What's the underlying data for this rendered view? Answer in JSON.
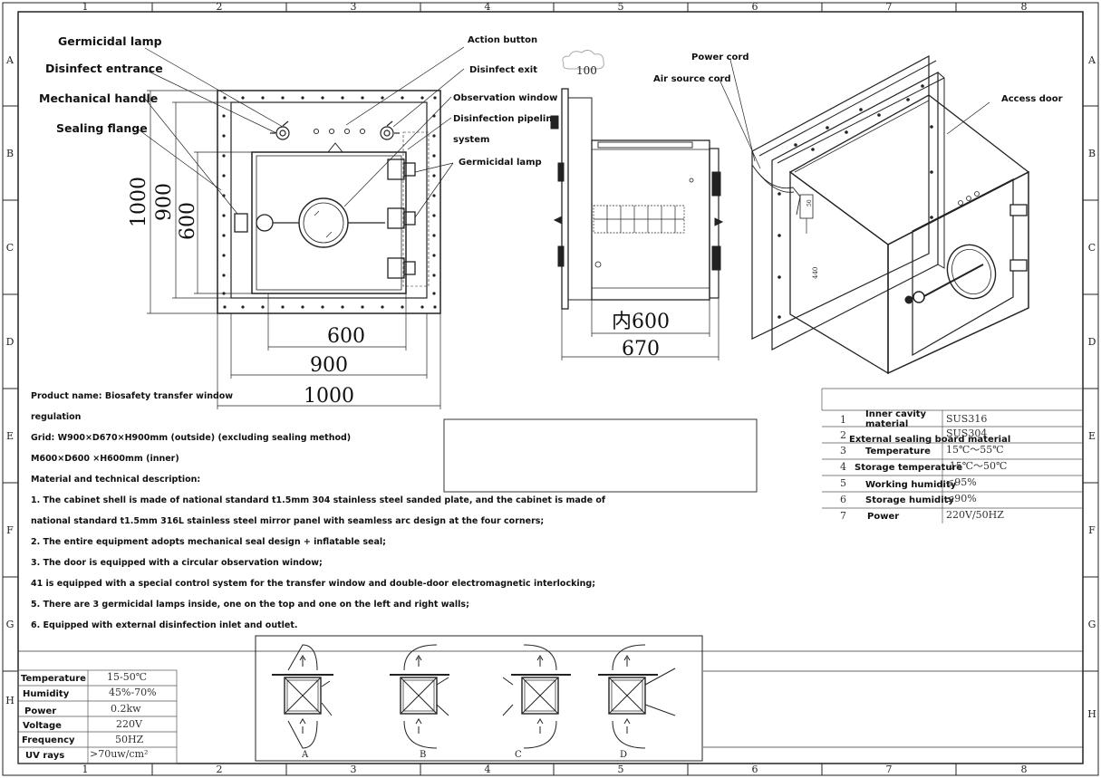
{
  "grid": {
    "columns": [
      "1",
      "2",
      "3",
      "4",
      "5",
      "6",
      "7",
      "8"
    ],
    "rows": [
      "A",
      "B",
      "C",
      "D",
      "E",
      "F",
      "G",
      "H"
    ]
  },
  "front_view": {
    "callouts": {
      "germicidal_lamp": "Germicidal lamp",
      "disinfect_entrance": "Disinfect entrance",
      "mechanical_handle": "Mechanical handle",
      "sealing_flange": "Sealing flange",
      "action_button": "Action button",
      "disinfect_exit": "Disinfect exit",
      "observation_window": "Observation window",
      "disinfection_pipeline_1": "Disinfection pipeline",
      "disinfection_pipeline_2": "system",
      "germicidal_lamp_right": "Germicidal lamp"
    },
    "dims": {
      "h1000": "1000",
      "h900": "900",
      "h600": "600",
      "w600": "600",
      "w900": "900",
      "w1000": "1000"
    }
  },
  "side_view": {
    "top_label": "100",
    "inner_dim": "内600",
    "outer_dim": "670",
    "bracket_label": "50"
  },
  "iso_view": {
    "power_cord": "Power cord",
    "air_source_cord": "Air source cord",
    "access_door": "Access door",
    "side_dim": "440"
  },
  "description": {
    "lines": [
      "Product name: Biosafety transfer window",
      "regulation",
      "Grid: W900×D670×H900mm (outside) (excluding sealing method)",
      "M600×D600 ×H600mm (inner)",
      "Material and technical description:",
      "1. The cabinet shell is made of national standard t1.5mm 304 stainless steel sanded plate, and the cabinet is made of",
      "national standard t1.5mm 316L stainless steel mirror panel with seamless arc design at the four corners;",
      "2. The entire equipment adopts mechanical seal design + inflatable seal;",
      "3. The door is equipped with a circular observation window;",
      "41 is equipped with a special control system for the transfer window and double-door electromagnetic interlocking;",
      "5. There are 3 germicidal lamps inside, one on the top and one on the left and right walls;",
      "6. Equipped with external disinfection inlet and outlet."
    ]
  },
  "spec_table": {
    "rows": [
      {
        "no": "1",
        "name": "Inner cavity",
        "name2": "material",
        "value": "SUS316"
      },
      {
        "no": "2",
        "name": "External sealing board material",
        "name2": "",
        "value": "SUS304"
      },
      {
        "no": "3",
        "name": "Temperature",
        "name2": "",
        "value": "15℃～55℃"
      },
      {
        "no": "4",
        "name": "Storage temperature",
        "name2": "",
        "value": "-15℃～50℃"
      },
      {
        "no": "5",
        "name": "Working humidity",
        "name2": "",
        "value": "≤95%"
      },
      {
        "no": "6",
        "name": "Storage humidity",
        "name2": "",
        "value": "≤90%"
      },
      {
        "no": "7",
        "name": "Power",
        "name2": "",
        "value": "220V/50HZ"
      }
    ]
  },
  "param_table": {
    "rows": [
      {
        "name": "Temperature",
        "value": "15-50℃"
      },
      {
        "name": "Humidity",
        "value": "45%-70%"
      },
      {
        "name": "Power",
        "value": "0.2kw"
      },
      {
        "name": "Voltage",
        "value": "220V"
      },
      {
        "name": "Frequency",
        "value": "50HZ"
      },
      {
        "name": "UV rays",
        "value": ">70uw/cm²"
      }
    ]
  },
  "layouts": {
    "labels": [
      "A",
      "B",
      "C",
      "D"
    ]
  }
}
